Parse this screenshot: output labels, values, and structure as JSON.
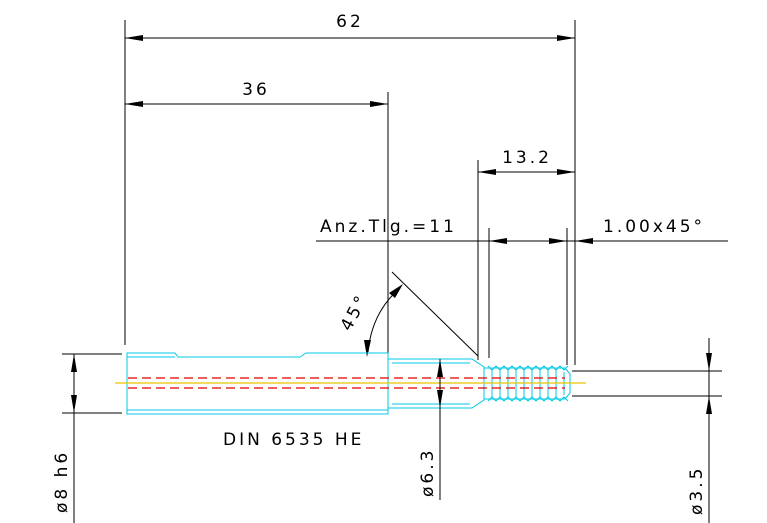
{
  "dimensions": {
    "overall_length": "62",
    "shank_length": "36",
    "thread_length": "13.2",
    "thread_count": "Anz.Tlg.=11",
    "chamfer": "1.00x45°",
    "angle": "45°",
    "shank_diameter": "ø8 h6",
    "neck_diameter": "ø6.3",
    "thread_diameter": "ø3.5"
  },
  "labels": {
    "standard": "DIN 6535 HE"
  },
  "colors": {
    "dimension_lines": "#000000",
    "part_outline": "#00c8e6",
    "center_axis": "#e8c400",
    "hidden_line": "#e00000"
  }
}
